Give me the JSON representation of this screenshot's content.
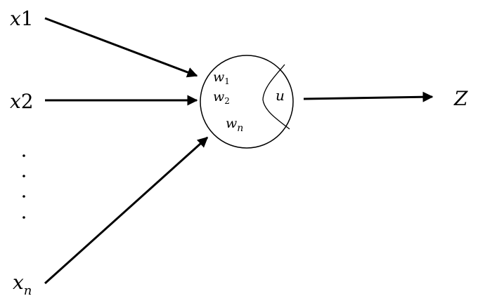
{
  "inputs": {
    "x1": {
      "base": "x",
      "suffix": "1"
    },
    "x2": {
      "base": "x",
      "suffix": "2"
    },
    "xn": {
      "base": "x",
      "sub": "n"
    }
  },
  "weights": {
    "w1": {
      "base": "w",
      "sub": "1"
    },
    "w2": {
      "base": "w",
      "sub": "2"
    },
    "wn": {
      "base": "w",
      "sub": "n"
    }
  },
  "activation": "u",
  "output": "Z",
  "ellipsis_dots": 4,
  "colors": {
    "stroke": "#000000",
    "background": "#ffffff"
  }
}
